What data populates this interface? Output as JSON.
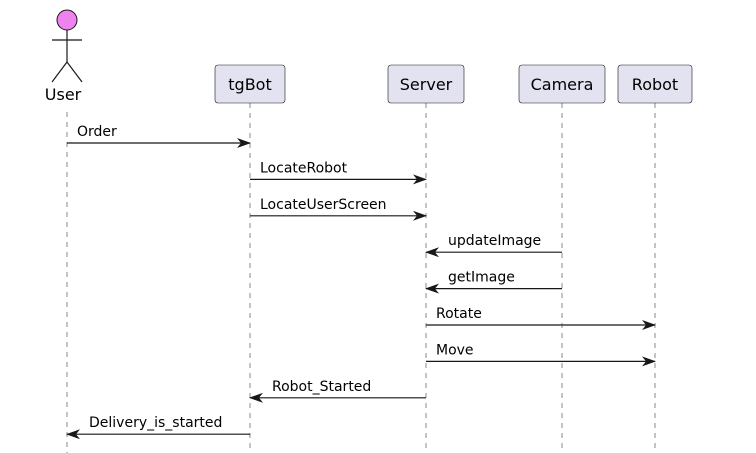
{
  "actor": {
    "name": "User",
    "head_color": "#ee82ee"
  },
  "participants": [
    {
      "id": "tgBot",
      "label": "tgBot"
    },
    {
      "id": "Server",
      "label": "Server"
    },
    {
      "id": "Camera",
      "label": "Camera"
    },
    {
      "id": "Robot",
      "label": "Robot"
    }
  ],
  "participant_fill": "#e2e2f0",
  "messages": [
    {
      "from": "User",
      "to": "tgBot",
      "label": "Order"
    },
    {
      "from": "tgBot",
      "to": "Server",
      "label": "LocateRobot"
    },
    {
      "from": "tgBot",
      "to": "Server",
      "label": "LocateUserScreen"
    },
    {
      "from": "Camera",
      "to": "Server",
      "label": "updateImage"
    },
    {
      "from": "Camera",
      "to": "Server",
      "label": "getImage"
    },
    {
      "from": "Server",
      "to": "Robot",
      "label": "Rotate"
    },
    {
      "from": "Server",
      "to": "Robot",
      "label": "Move"
    },
    {
      "from": "Server",
      "to": "tgBot",
      "label": "Robot_Started"
    },
    {
      "from": "tgBot",
      "to": "User",
      "label": "Delivery_is_started"
    }
  ]
}
